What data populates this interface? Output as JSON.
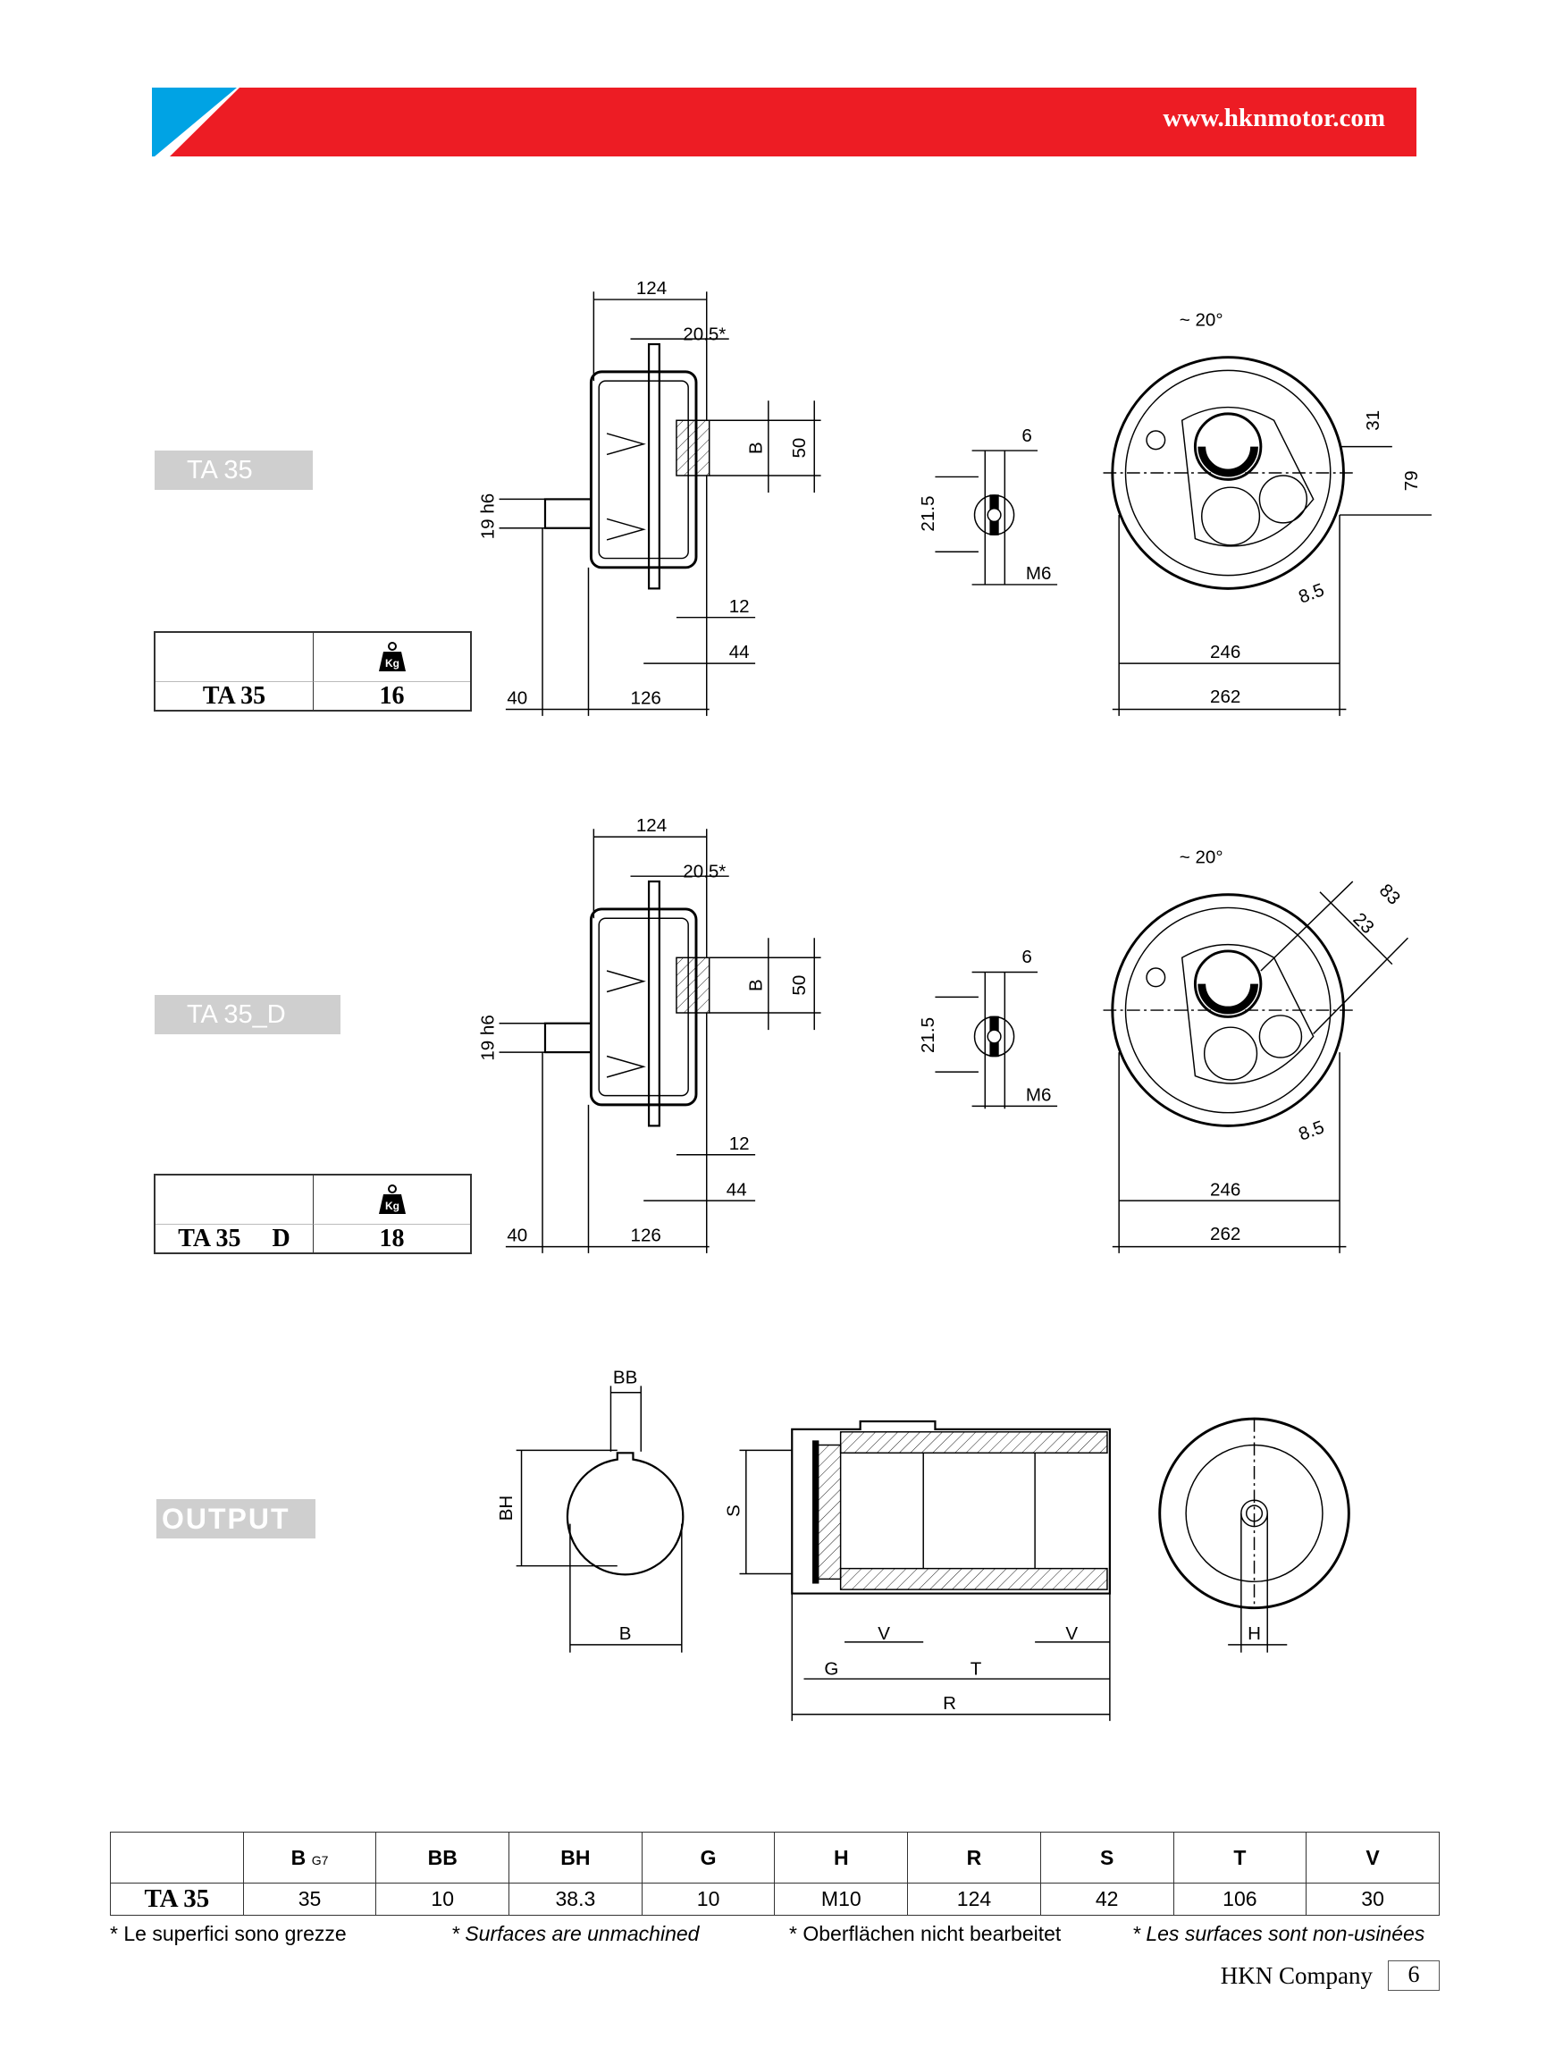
{
  "header": {
    "url": "www.hknmotor.com",
    "colors": {
      "red": "#ED1C24",
      "blue": "#00A3E4"
    }
  },
  "sections": [
    {
      "label": "TA  35",
      "weight_table": {
        "model": "TA 35",
        "weight_icon": "kg-weight-icon",
        "weight": "16"
      },
      "side_view": {
        "d124": "124",
        "d20_5": "20.5*",
        "dB": "B",
        "d50": "50",
        "d19": "19 h6",
        "d12": "12",
        "d44": "44",
        "d40": "40",
        "d126": "126"
      },
      "keyway": {
        "d6": "6",
        "d21_5": "21.5",
        "m6": "M6"
      },
      "front_view": {
        "angle": "~ 20°",
        "d31": "31",
        "d79": "79",
        "d8_5": "8.5",
        "d246": "246",
        "d262": "262"
      }
    },
    {
      "label": "TA  35_D",
      "weight_table": {
        "model": "TA 35     D",
        "weight_icon": "kg-weight-icon",
        "weight": "18"
      },
      "side_view": {
        "d124": "124",
        "d20_5": "20.5*",
        "dB": "B",
        "d50": "50",
        "d19": "19 h6",
        "d12": "12",
        "d44": "44",
        "d40": "40",
        "d126": "126"
      },
      "keyway": {
        "d6": "6",
        "d21_5": "21.5",
        "m6": "M6"
      },
      "front_view": {
        "angle": "~ 20°",
        "d83": "83",
        "d23": "23",
        "d8_5": "8.5",
        "d246": "246",
        "d262": "262"
      }
    }
  ],
  "output": {
    "label": "OUTPUT",
    "shaft": {
      "BB": "BB",
      "BH": "BH",
      "B": "B"
    },
    "tube": {
      "S": "S",
      "V1": "V",
      "V2": "V",
      "G": "G",
      "T": "T",
      "R": "R"
    },
    "end": {
      "H": "H"
    }
  },
  "spec_table": {
    "headers": [
      "B",
      "BB",
      "BH",
      "G",
      "H",
      "R",
      "S",
      "T",
      "V"
    ],
    "b_sub": "G7",
    "row": {
      "model": "TA 35",
      "values": [
        "35",
        "10",
        "38.3",
        "10",
        "M10",
        "124",
        "42",
        "106",
        "30"
      ]
    }
  },
  "notes": [
    "* Le superfici sono grezze",
    "* Surfaces are unmachined",
    "* Oberflächen nicht bearbeitet",
    "* Les surfaces sont non-usinées"
  ],
  "footer": {
    "company": "HKN Company",
    "page": "6"
  }
}
